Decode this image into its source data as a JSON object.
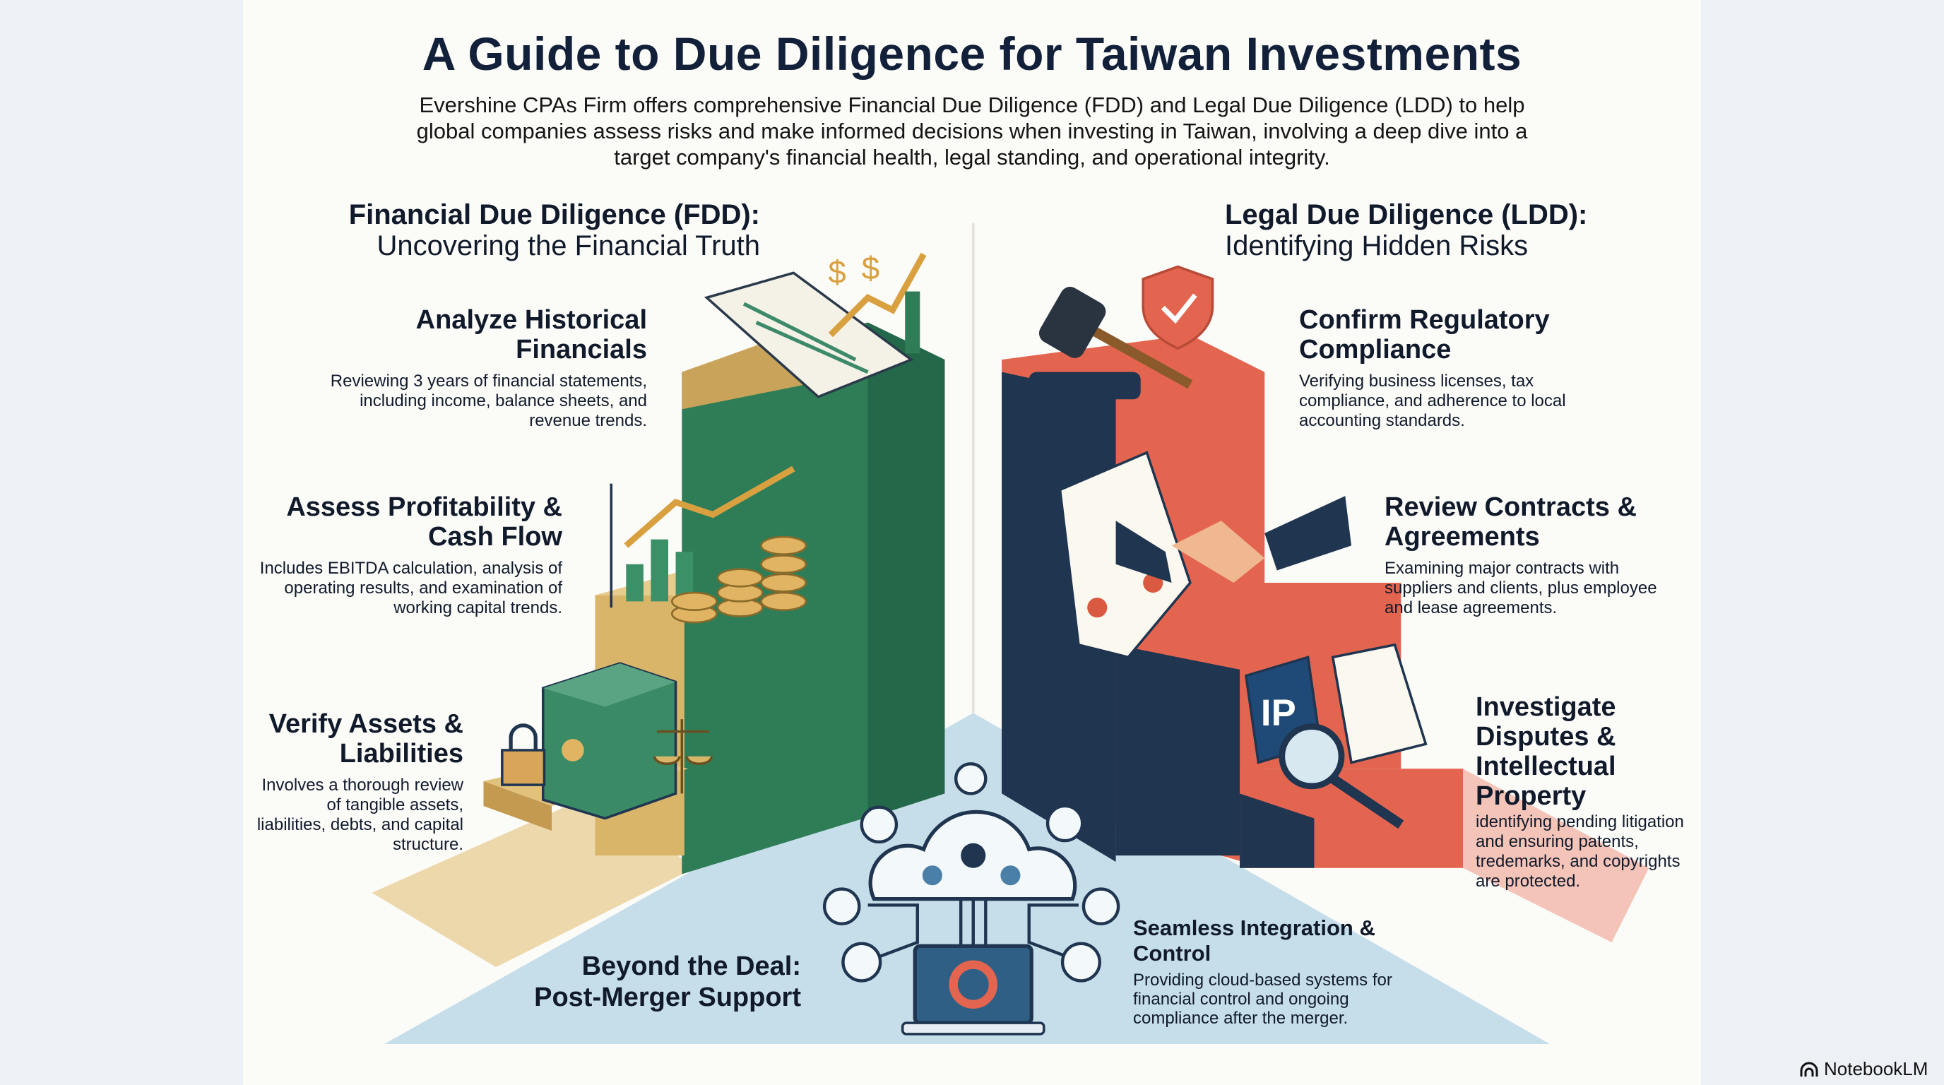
{
  "title": "A Guide to Due Diligence for Taiwan Investments",
  "intro": "Evershine CPAs Firm offers comprehensive Financial Due Diligence (FDD) and Legal Due Diligence (LDD) to help global companies assess risks and make informed decisions when investing in Taiwan, involving a deep dive into a target company's financial health, legal standing, and operational integrity.",
  "fdd": {
    "heading": "Financial Due Diligence (FDD):",
    "subheading": "Uncovering the Financial Truth",
    "items": [
      {
        "title": "Analyze Historical Financials",
        "body": "Reviewing 3 years of financial statements, including income, balance sheets, and revenue trends."
      },
      {
        "title": "Assess Profitability & Cash Flow",
        "body": "Includes EBITDA calculation, analysis of operating results, and examination of working capital trends."
      },
      {
        "title": "Verify Assets & Liabilities",
        "body": "Involves a thorough review of tangible assets, liabilities, debts, and capital structure."
      }
    ]
  },
  "ldd": {
    "heading": "Legal Due Diligence (LDD):",
    "subheading": "Identifying Hidden Risks",
    "items": [
      {
        "title": "Confirm Regulatory Compliance",
        "body": "Verifying business licenses, tax compliance, and adherence to local accounting standards."
      },
      {
        "title": "Review Contracts & Agreements",
        "body": "Examining major contracts with suppliers and clients, plus employee and lease agreements."
      },
      {
        "title": "Investigate Disputes & Intellectual Property",
        "body": "identifying pending litigation and ensuring patents, tredemarks, and copyrights are protected."
      }
    ]
  },
  "post": {
    "line1": "Beyond the Deal:",
    "line2": "Post-Merger Support",
    "item": {
      "title": "Seamless Integration & Control",
      "body": "Providing cloud-based systems for financial control and ongoing compliance after the merger."
    }
  },
  "illustration_labels": {
    "ip": "IP"
  },
  "watermark": "NotebookLM",
  "colors": {
    "green": "#2f7d57",
    "gold": "#d9b56a",
    "red": "#e4654f",
    "navy": "#1f3550",
    "blue": "#b9d7e6"
  }
}
